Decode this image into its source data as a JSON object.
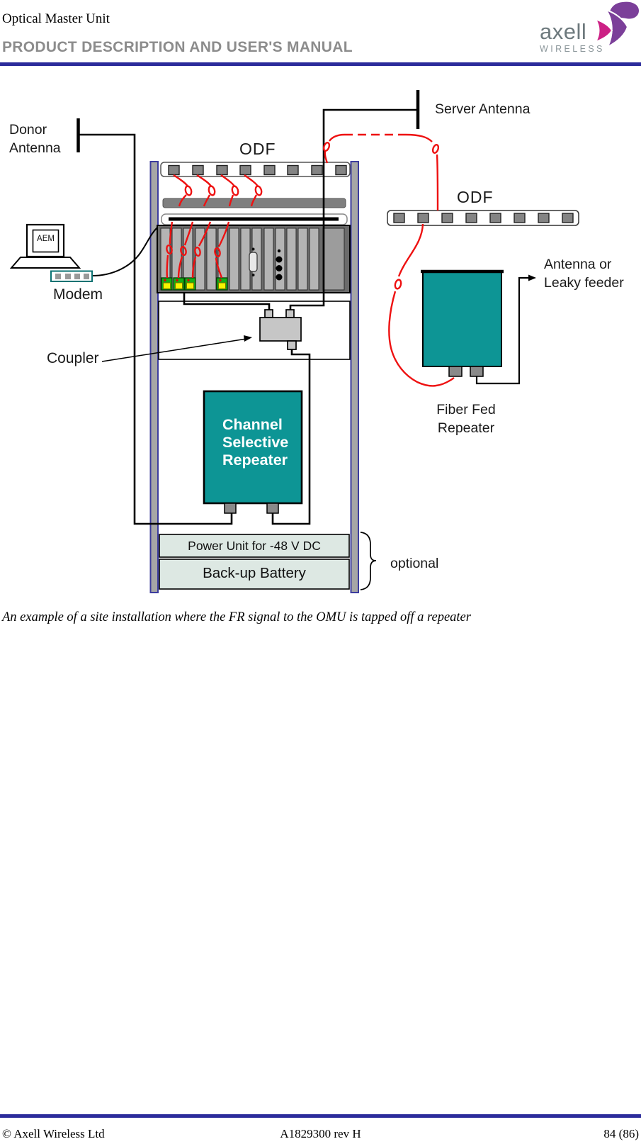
{
  "header": {
    "document_title": "Optical Master Unit",
    "manual_title": "PRODUCT DESCRIPTION AND USER'S MANUAL",
    "logo": {
      "brand": "axell",
      "tagline": "WIRELESS"
    }
  },
  "diagram": {
    "labels": {
      "donor_antenna": {
        "line1": "Donor",
        "line2": "Antenna"
      },
      "server_antenna": "Server Antenna",
      "rack_odf": "ODF",
      "remote_odf": "ODF",
      "laptop_screen": "AEM",
      "modem": "Modem",
      "coupler": "Coupler",
      "antenna_or_leaky": {
        "line1": "Antenna or",
        "line2": "Leaky feeder"
      },
      "fiber_fed_repeater": {
        "line1": "Fiber Fed",
        "line2": "Repeater"
      },
      "channel_selective_repeater": {
        "line1": "Channel",
        "line2": "Selective",
        "line3": "Repeater"
      },
      "power_unit": "Power Unit for -48 V DC",
      "backup_battery": "Back-up Battery",
      "optional": "optional"
    },
    "colors": {
      "repeater_teal": "#0d9595",
      "fiber_red": "#ee1111",
      "accent_blue": "#2b2b9b",
      "rail_blue": "#3c3c9e",
      "power_box_fill": "#dde8e3",
      "logo_magenta": "#cc2185",
      "logo_purple": "#7b3f99"
    }
  },
  "caption": "An example of a site installation where the FR signal to the OMU is tapped off a repeater",
  "footer": {
    "copyright": "© Axell Wireless Ltd",
    "doc_number": "A1829300 rev H",
    "page": "84 (86)"
  }
}
